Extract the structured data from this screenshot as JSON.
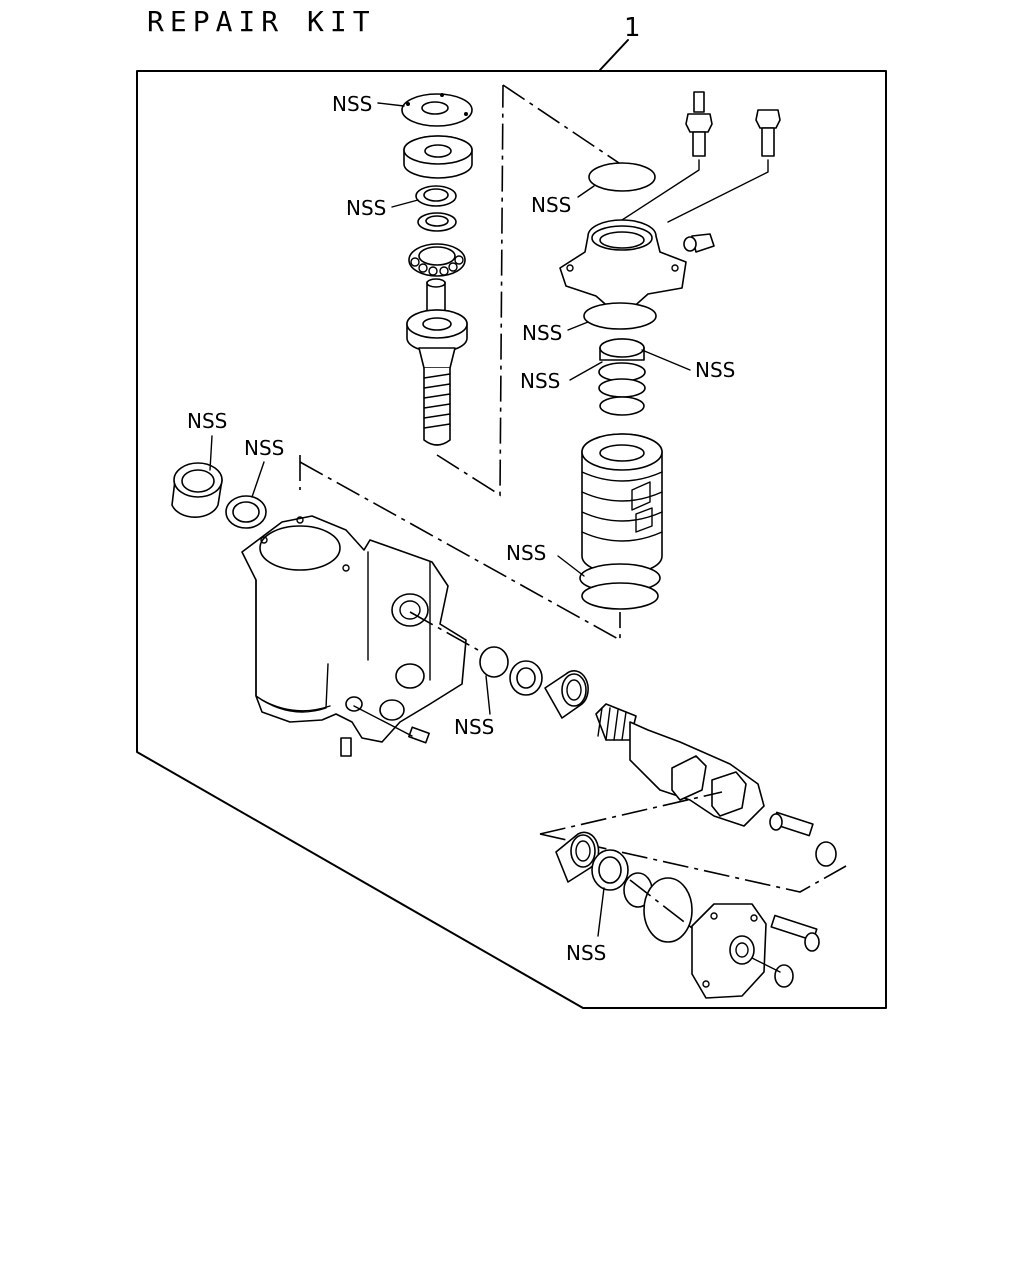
{
  "title": "REPAIR KIT",
  "callout_number": "1",
  "label_nss": "NSS"
}
